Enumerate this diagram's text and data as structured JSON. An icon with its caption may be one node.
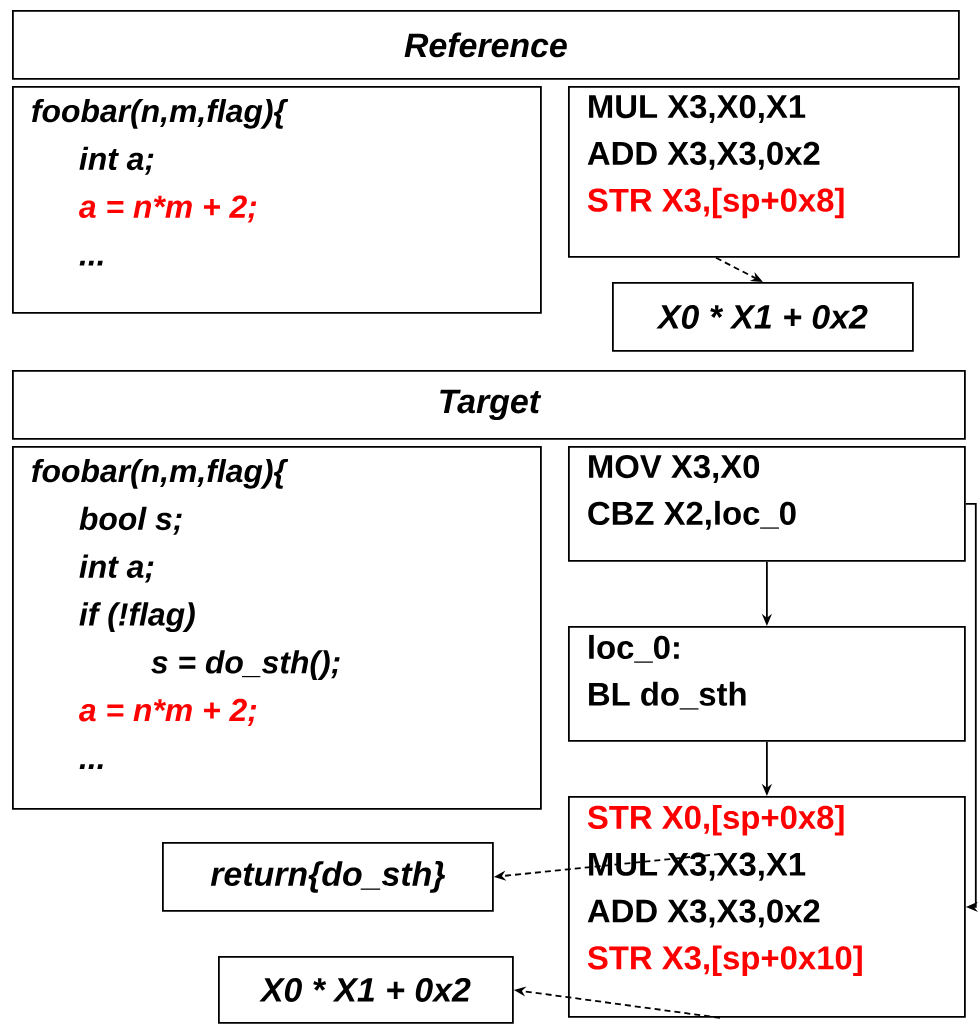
{
  "diagram": {
    "nodes": [
      {
        "text": [
          "Reference"
        ]
      },
      {
        "text": [
          "foobar(n,m,flag){",
          "int a;",
          "a = n*m + 2;",
          "..."
        ]
      },
      {
        "text": [
          "MUL X3,X0,X1",
          "ADD X3,X3,0x2",
          "STR X3,[sp+0x8]"
        ]
      },
      {
        "text": [
          "X0 * X1 + 0x2"
        ]
      },
      {
        "text": [
          "Target"
        ]
      },
      {
        "text": [
          "foobar(n,m,flag){",
          "bool s;",
          "int a;",
          "if (!flag)",
          "s = do_sth();",
          "a = n*m + 2;",
          "..."
        ]
      },
      {
        "text": [
          "MOV X3,X0",
          "CBZ X2,loc_0"
        ]
      },
      {
        "text": [
          "loc_0:",
          "BL do_sth"
        ]
      },
      {
        "text": [
          "STR X0,[sp+0x8]",
          "MUL X3,X3,X1",
          "ADD X3,X3,0x2",
          "STR X3,[sp+0x10]"
        ]
      },
      {
        "text": [
          "return{do_sth}"
        ]
      },
      {
        "text": [
          "X0 * X1 + 0x2"
        ]
      }
    ],
    "edges": [
      {
        "from": 2,
        "to": 3,
        "arrow": "to",
        "style": "dashed"
      },
      {
        "from": 6,
        "to": 7,
        "arrow": "to"
      },
      {
        "from": 7,
        "to": 8,
        "arrow": "to"
      },
      {
        "from": 6,
        "to": 8,
        "arrow": "to"
      },
      {
        "from": 8,
        "to": 9,
        "arrow": "to",
        "style": "dashed"
      },
      {
        "from": 8,
        "to": 10,
        "arrow": "to",
        "style": "dashed"
      }
    ]
  }
}
